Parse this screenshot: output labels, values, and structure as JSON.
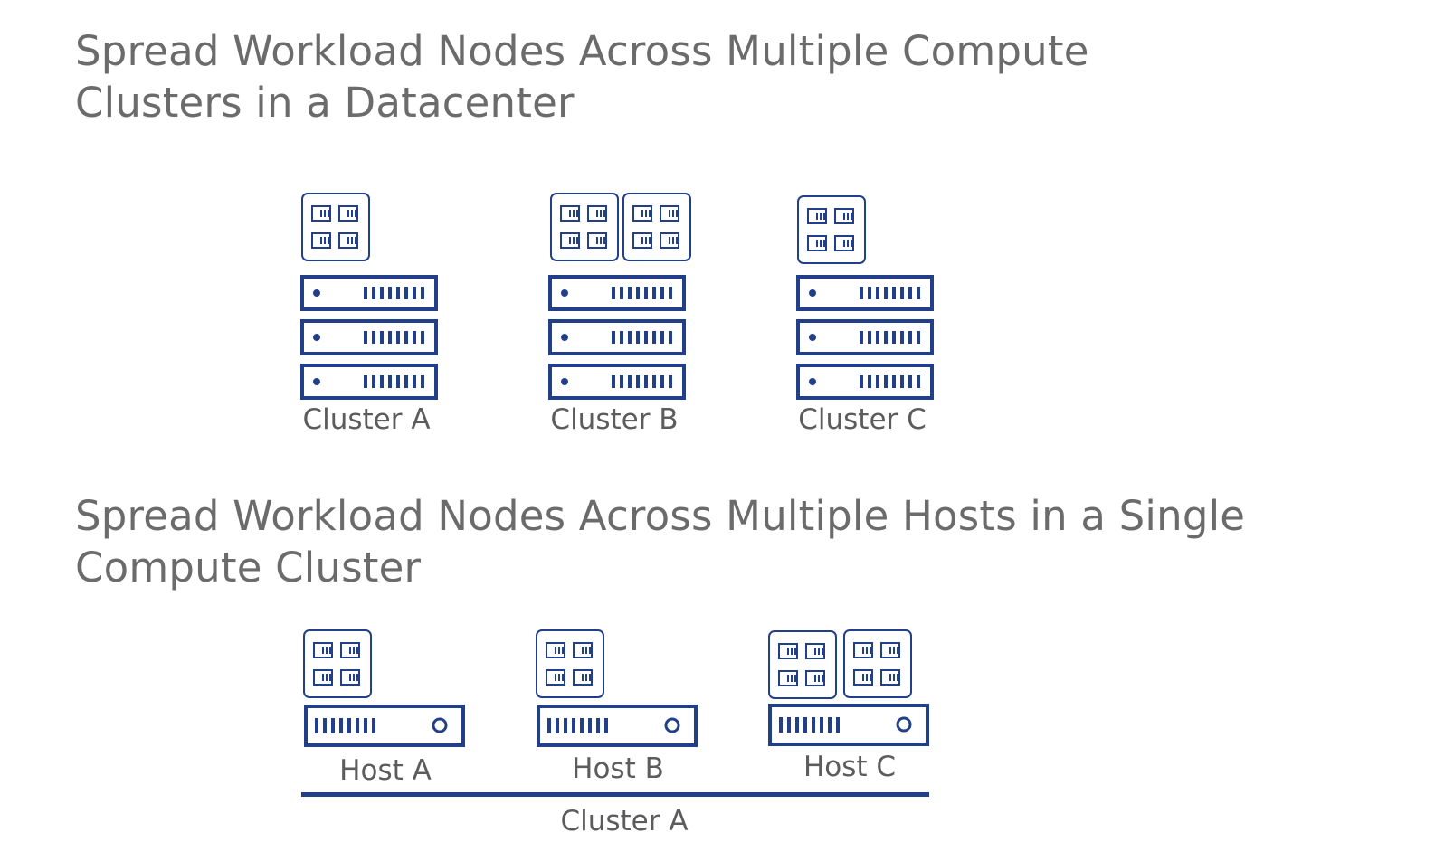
{
  "colors": {
    "heading": "#6b6b6b",
    "label": "#5c5c5c",
    "icon": "#22408a",
    "background": "#ffffff"
  },
  "icons": {
    "node_group": "vm-node-group-icon",
    "rack_server": "rack-server-icon",
    "host_server": "host-server-icon"
  },
  "section1": {
    "title": "Spread Workload Nodes Across Multiple Compute Clusters in a Datacenter",
    "clusters": [
      {
        "label": "Cluster A",
        "node_groups": 1,
        "servers": 3
      },
      {
        "label": "Cluster B",
        "node_groups": 2,
        "servers": 3
      },
      {
        "label": "Cluster C",
        "node_groups": 1,
        "servers": 3
      }
    ]
  },
  "section2": {
    "title": "Spread Workload Nodes Across Multiple Hosts in a Single Compute Cluster",
    "hosts": [
      {
        "label": "Host A",
        "node_groups": 1
      },
      {
        "label": "Host B",
        "node_groups": 1
      },
      {
        "label": "Host C",
        "node_groups": 2
      }
    ],
    "cluster_label": "Cluster A"
  }
}
